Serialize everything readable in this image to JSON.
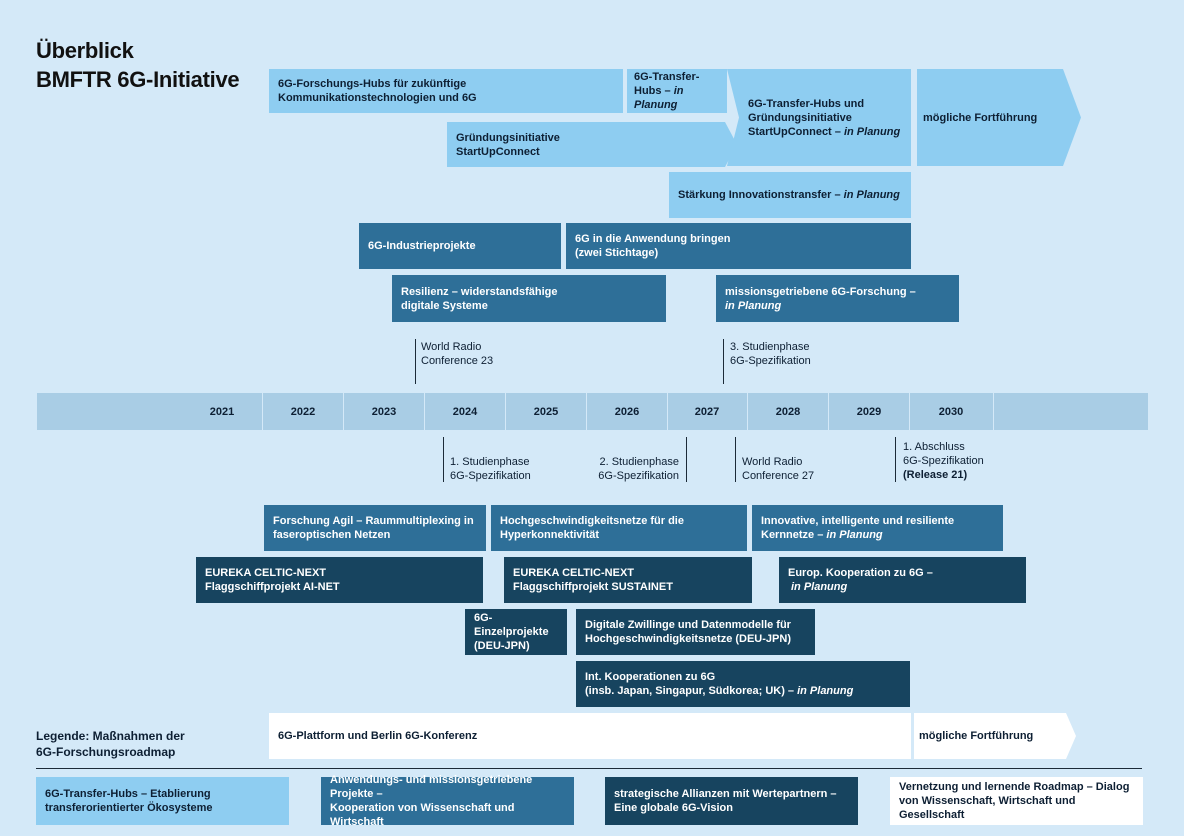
{
  "title": {
    "line1": "Überblick",
    "line2": "BMFTR 6G-Initiative"
  },
  "colors": {
    "level1": "#8ecdf1",
    "level2": "#2e6f98",
    "level3": "#17445f",
    "level4": "#ffffff",
    "background": "#d4e9f8",
    "timeline": "#a9cde5"
  },
  "measures": {
    "forschungs_hubs": {
      "line1": "6G-Forschungs-Hubs für zukünftige",
      "line2": "Kommunikationstechnologien und 6G"
    },
    "transfer_hubs": {
      "line1": "6G-Transfer-",
      "line2": "Hubs – ",
      "italic": "in Planung"
    },
    "gruendung": {
      "line1": "Gründungsinitiative",
      "line2": "StartUpConnect"
    },
    "transfer_gruendung": {
      "line1": "6G-Transfer-Hubs und",
      "line2": "Gründungsinitiative",
      "line3": "StartUpConnect – ",
      "italic": "in Planung"
    },
    "fortfuehrung_top": {
      "text": "mögliche Fortführung"
    },
    "innovationstransfer": {
      "text": "Stärkung Innovationstransfer – ",
      "italic": "in Planung"
    },
    "industrieprojekte": {
      "text": "6G-Industrieprojekte"
    },
    "anwendung": {
      "line1": "6G in die Anwendung bringen",
      "line2": "(zwei Stichtage)"
    },
    "resilienz": {
      "line1": "Resilienz – widerstandsfähige",
      "line2": "digitale Systeme"
    },
    "missionsgetrieben": {
      "line1": "missionsgetriebene 6G-Forschung –",
      "italic": "in Planung"
    },
    "forschung_agil": {
      "line1": "Forschung Agil – Raummultiplexing in",
      "line2": "faseroptischen Netzen"
    },
    "hochgeschwindigkeit": {
      "line1": "Hochgeschwindigkeitsnetze für die",
      "line2": "Hyperkonnektivität"
    },
    "kernnetze": {
      "line1": "Innovative, intelligente und resiliente",
      "line2": "Kernnetze – ",
      "italic": "in Planung"
    },
    "ai_net": {
      "line1": "EUREKA CELTIC-NEXT",
      "line2": "Flaggschiffprojekt AI-NET"
    },
    "sustainet": {
      "line1": "EUREKA CELTIC-NEXT",
      "line2": "Flaggschiffprojekt SUSTAINET"
    },
    "europ_kooperation": {
      "line1": "Europ. Kooperation zu 6G –",
      "italic": "in Planung"
    },
    "einzelprojekte": {
      "line1": "6G-Einzelprojekte",
      "line2": "(DEU-JPN)"
    },
    "digitale_zwillinge": {
      "line1": "Digitale Zwillinge und Datenmodelle für",
      "line2": "Hochgeschwindigkeitsnetze (DEU-JPN)"
    },
    "int_kooperationen": {
      "line1": "Int. Kooperationen zu 6G",
      "line2": "(insb. Japan, Singapur, Südkorea; UK) – ",
      "italic": "in Planung"
    },
    "plattform": {
      "text": "6G-Plattform und Berlin 6G-Konferenz"
    },
    "fortfuehrung_bottom": {
      "text": "mögliche Fortführung"
    }
  },
  "timeline": {
    "years": [
      "2021",
      "2022",
      "2023",
      "2024",
      "2025",
      "2026",
      "2027",
      "2028",
      "2029",
      "2030"
    ]
  },
  "milestones": {
    "wrc23": {
      "line1": "World Radio",
      "line2": "Conference 23"
    },
    "studienphase3": {
      "line1": "3. Studienphase",
      "line2": "6G-Spezifikation"
    },
    "studienphase1": {
      "line1": "1. Studienphase",
      "line2": "6G-Spezifikation"
    },
    "studienphase2": {
      "line1": "2. Studienphase",
      "line2": "6G-Spezifikation"
    },
    "wrc27": {
      "line1": "World Radio",
      "line2": "Conference 27"
    },
    "abschluss": {
      "line1": "1. Abschluss",
      "line2": "6G-Spezifikation",
      "line3": "(Release 21)"
    }
  },
  "legend": {
    "title_line1": "Legende: Maßnahmen der",
    "title_line2": "6G-Forschungsroadmap",
    "items": [
      {
        "line1": "6G-Transfer-Hubs – Etablierung",
        "line2": "transferorientierter Ökosysteme"
      },
      {
        "line1": "Anwendungs- und missionsgetriebene Projekte –",
        "line2": "Kooperation von Wissenschaft und Wirtschaft"
      },
      {
        "line1": "strategische Allianzen mit Wertepartnern –",
        "line2": "Eine globale 6G-Vision"
      },
      {
        "line1": "Vernetzung und lernende Roadmap – Dialog",
        "line2": "von Wissenschaft, Wirtschaft und Gesellschaft"
      }
    ]
  }
}
